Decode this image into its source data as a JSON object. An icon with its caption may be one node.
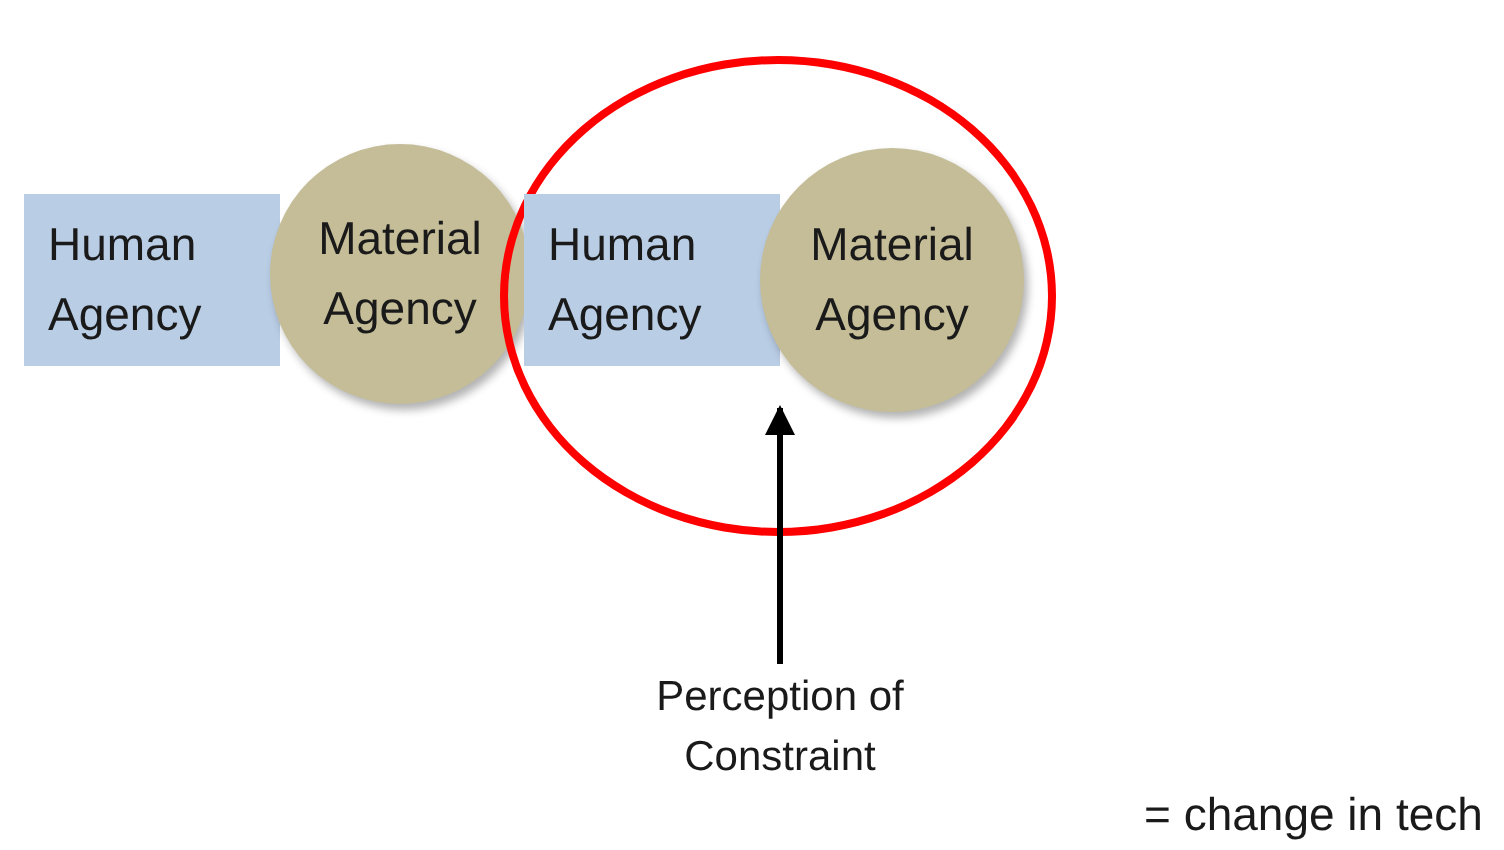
{
  "diagram": {
    "nodes": [
      {
        "text": [
          "Human Agency"
        ]
      },
      {
        "text": [
          "Material Agency"
        ]
      },
      {
        "text": [],
        "shape": "circle"
      },
      {
        "text": [
          "Human Agency"
        ],
        "in": 2
      },
      {
        "text": [
          "Material Agency"
        ],
        "in": 2
      },
      {
        "text": [
          "Perception of Constraint"
        ]
      }
    ],
    "edges": [
      {
        "from": 5,
        "to": 4,
        "arrow": "to"
      }
    ],
    "labels": [
      "= change in tech"
    ]
  }
}
